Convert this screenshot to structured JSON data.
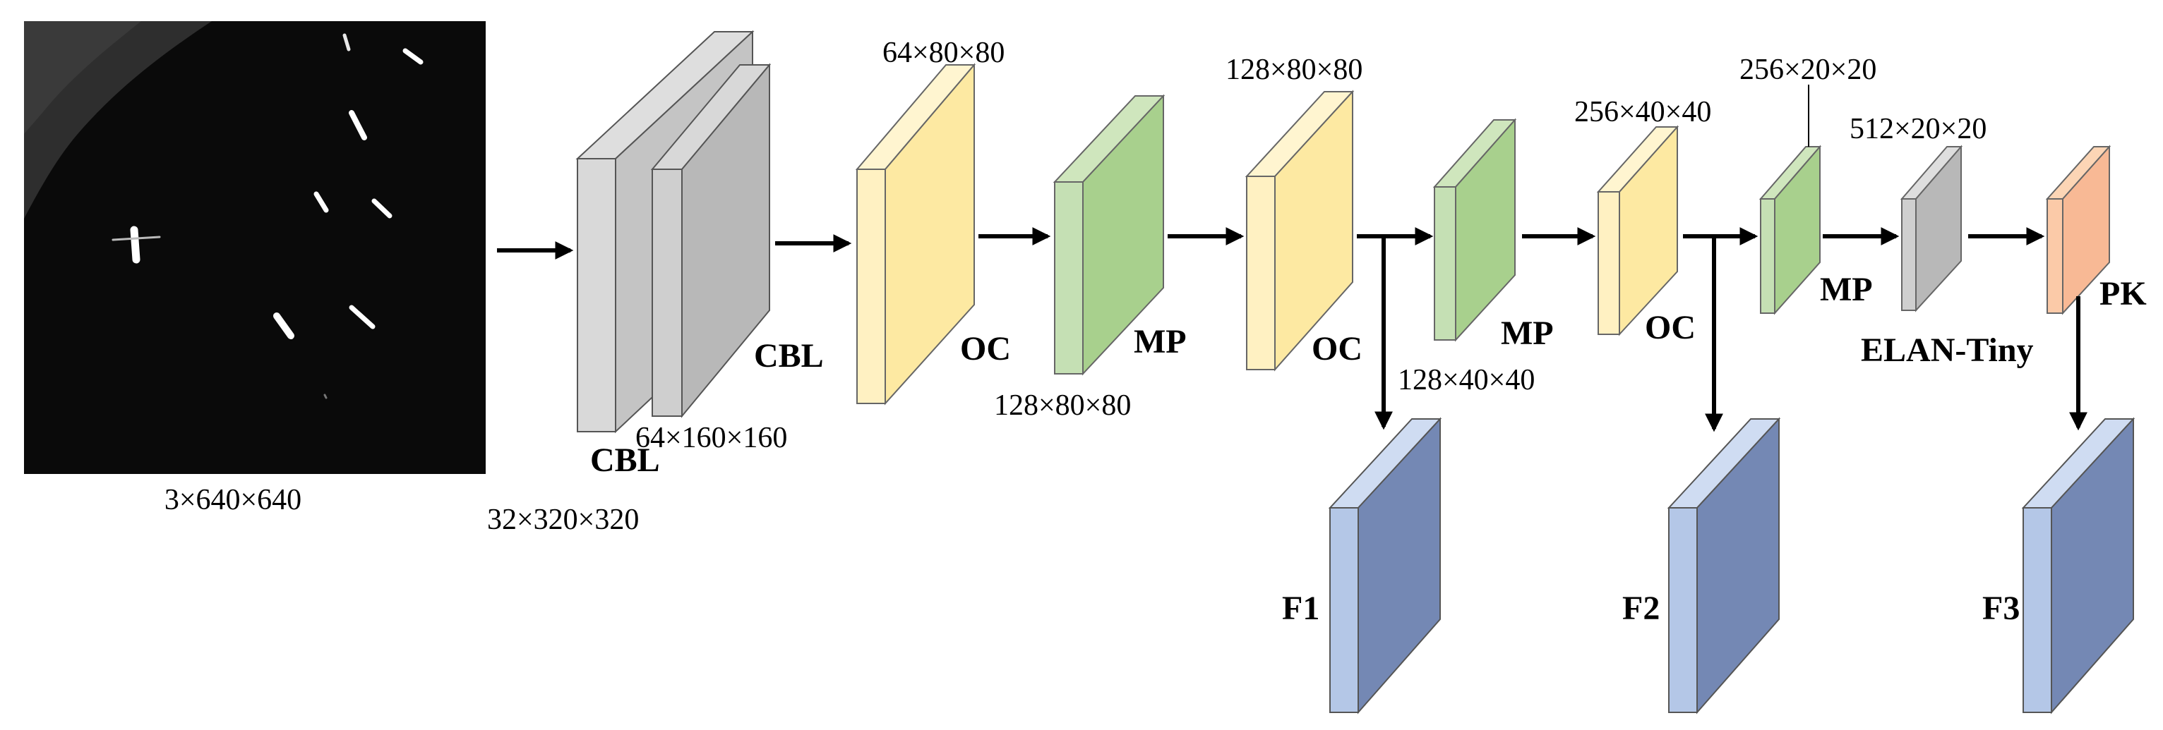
{
  "input": {
    "dims": "3×640×640"
  },
  "layers": [
    {
      "id": "cbl1",
      "label": "CBL",
      "dims": "32×320×320",
      "color": "#c8c8c8"
    },
    {
      "id": "cbl2",
      "label": "CBL",
      "dims": "64×160×160",
      "color": "#b8b8b8"
    },
    {
      "id": "oc1",
      "label": "OC",
      "dims": "64×80×80",
      "color": "#fde9a2"
    },
    {
      "id": "mp1",
      "label": "MP",
      "dims": "128×80×80",
      "color": "#a8d08d"
    },
    {
      "id": "oc2",
      "label": "OC",
      "dims": "128×80×80",
      "color": "#fde9a2"
    },
    {
      "id": "mp2",
      "label": "MP",
      "dims": "128×40×40",
      "color": "#a8d08d"
    },
    {
      "id": "oc3",
      "label": "OC",
      "dims": "256×40×40",
      "color": "#fde9a2"
    },
    {
      "id": "mp3",
      "label": "MP",
      "dims": "256×20×20",
      "color": "#a8d08d"
    },
    {
      "id": "elan",
      "label": "ELAN-Tiny",
      "dims": "512×20×20",
      "color": "#b8b8b8"
    },
    {
      "id": "pk",
      "label": "PK",
      "dims": "",
      "color": "#f8b995"
    }
  ],
  "outputs": [
    {
      "id": "f1",
      "label": "F1",
      "color": "#b4c7e7"
    },
    {
      "id": "f2",
      "label": "F2",
      "color": "#b4c7e7"
    },
    {
      "id": "f3",
      "label": "F3",
      "color": "#b4c7e7"
    }
  ]
}
